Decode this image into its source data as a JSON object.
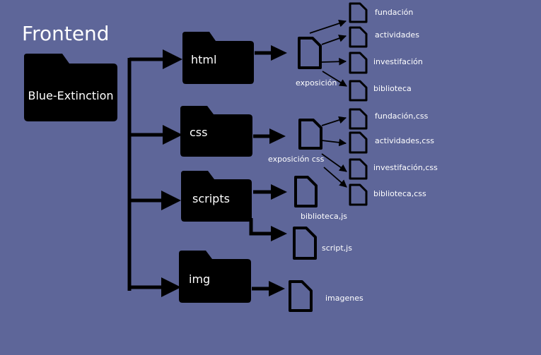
{
  "title": "Frontend",
  "root": {
    "label": "Blue-Extinction"
  },
  "folders": [
    {
      "id": "html",
      "label": "html"
    },
    {
      "id": "css",
      "label": "css"
    },
    {
      "id": "scripts",
      "label": "scripts"
    },
    {
      "id": "img",
      "label": "img"
    }
  ],
  "files": {
    "html_main": "exposición",
    "html_children": [
      "fundación",
      "actividades",
      "investifación",
      "biblioteca"
    ],
    "css_main": "exposición css",
    "css_children": [
      "fundación,css",
      "actividades,css",
      "investifación,css",
      "biblioteca,css"
    ],
    "scripts_files": [
      "biblioteca,js",
      "script,js"
    ],
    "img_file": "imagenes"
  },
  "colors": {
    "background": "#5e6699",
    "shapes": "#000000",
    "text": "#ffffff"
  }
}
